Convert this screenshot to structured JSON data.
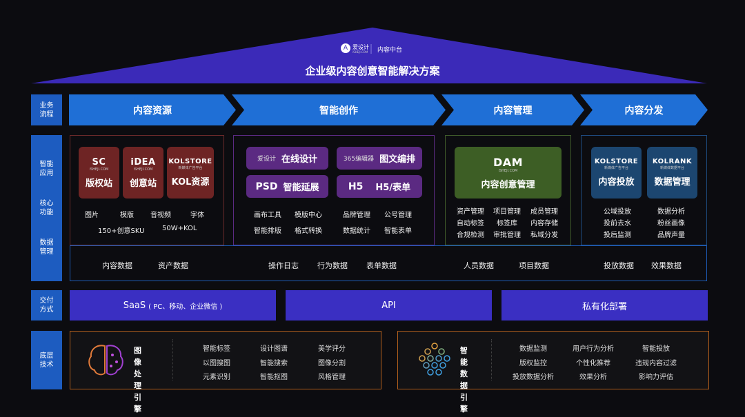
{
  "header": {
    "brand": "爱设计",
    "brand_sub": "iSHEJI.COM",
    "platform": "内容中台",
    "title": "企业级内容创意智能解决方案"
  },
  "row_labels": {
    "process": [
      "业务",
      "流程"
    ],
    "apps": [
      "智能",
      "应用"
    ],
    "core": [
      "核心",
      "功能"
    ],
    "data": [
      "数据",
      "管理"
    ],
    "delivery": [
      "交付",
      "方式"
    ],
    "tech": [
      "底层",
      "技术"
    ]
  },
  "stages": [
    "内容资源",
    "智能创作",
    "内容管理",
    "内容分发"
  ],
  "resources": {
    "cards": [
      {
        "logo": "SC",
        "sub": "iSHEJI.COM",
        "name": "版权站"
      },
      {
        "logo": "iDEA",
        "sub": "iSHEJI.COM",
        "name": "创意站"
      },
      {
        "logo": "KOLSTORE",
        "sub": "新媒体广告平台",
        "name": "KOL资源"
      }
    ],
    "features": [
      "图片",
      "模版",
      "音视频",
      "字体"
    ],
    "stats": [
      "150+创意SKU",
      "50W+KOL"
    ]
  },
  "creation": {
    "cards": [
      {
        "logo": "爱设计",
        "name": "在线设计"
      },
      {
        "logo": "365编辑器",
        "name": "图文编排"
      },
      {
        "logo": "PSD",
        "name": "智能延展"
      },
      {
        "logo": "H5",
        "name": "H5/表单"
      }
    ],
    "features": [
      "画布工具",
      "模版中心",
      "品牌管理",
      "公号管理",
      "智能排版",
      "格式转换",
      "数据统计",
      "智能表单"
    ]
  },
  "management": {
    "card": {
      "logo": "DAM",
      "sub": "iSHEJI.COM",
      "name": "内容创意管理"
    },
    "features": [
      "资产管理",
      "项目管理",
      "成员管理",
      "自动标签",
      "标签库",
      "内容存储",
      "合规检测",
      "审批管理",
      "私域分发"
    ]
  },
  "distribution": {
    "cards": [
      {
        "logo": "KOLSTORE",
        "sub": "新媒体广告平台",
        "name": "内容投放"
      },
      {
        "logo": "KOLRANK",
        "sub": "新媒体数据平台",
        "name": "数据管理"
      }
    ],
    "features": [
      "公域投放",
      "数据分析",
      "投前去水",
      "粉丝画像",
      "投后监测",
      "品牌声量"
    ]
  },
  "data_row": [
    "内容数据",
    "资产数据",
    "操作日志",
    "行为数据",
    "表单数据",
    "人员数据",
    "项目数据",
    "投放数据",
    "效果数据"
  ],
  "delivery": {
    "saas": "SaaS",
    "saas_note": "( PC、移动、企业微信 )",
    "api": "API",
    "private": "私有化部署"
  },
  "tech": {
    "image_engine": [
      "图像",
      "处理",
      "引擎"
    ],
    "image_features": [
      "智能标签",
      "设计图谱",
      "美学评分",
      "以图搜图",
      "智能搜索",
      "图像分割",
      "元素识别",
      "智能抠图",
      "风格管理"
    ],
    "data_engine": [
      "智能",
      "数据",
      "引擎"
    ],
    "data_features": [
      "数据监测",
      "用户行为分析",
      "智能投放",
      "版权监控",
      "个性化推荐",
      "违规内容过滤",
      "投放数据分析",
      "效果分析",
      "影响力评估"
    ]
  }
}
